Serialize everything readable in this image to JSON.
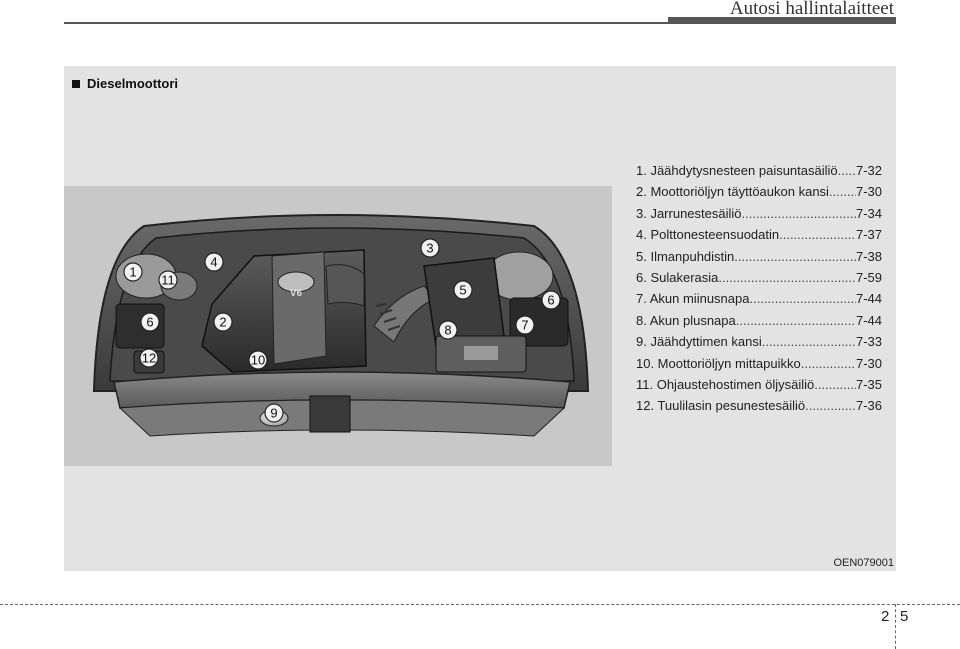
{
  "header": {
    "title": "Autosi hallintalaitteet"
  },
  "section": {
    "title": "Dieselmoottori"
  },
  "image": {
    "engine_badge": "V6",
    "callouts": [
      "1",
      "11",
      "4",
      "3",
      "5",
      "6",
      "2",
      "8",
      "7",
      "6",
      "12",
      "10",
      "9"
    ]
  },
  "legend": [
    {
      "label": "1. Jäähdytysnesteen paisuntasäiliö",
      "page": "7-32"
    },
    {
      "label": "2. Moottoriöljyn täyttöaukon kansi",
      "page": "7-30"
    },
    {
      "label": "3. Jarrunestesäiliö",
      "page": "7-34"
    },
    {
      "label": "4. Polttonesteensuodatin",
      "page": "7-37"
    },
    {
      "label": "5. Ilmanpuhdistin",
      "page": "7-38"
    },
    {
      "label": "6. Sulakerasia",
      "page": "7-59"
    },
    {
      "label": "7. Akun miinusnapa",
      "page": "7-44"
    },
    {
      "label": "8. Akun plusnapa",
      "page": "7-44"
    },
    {
      "label": "9. Jäähdyttimen kansi",
      "page": "7-33"
    },
    {
      "label": "10. Moottoriöljyn mittapuikko",
      "page": "7-30"
    },
    {
      "label": "11. Ohjaustehostimen öljysäiliö",
      "page": "7-35"
    },
    {
      "label": "12. Tuulilasin pesunestesäiliö",
      "page": "7-36"
    }
  ],
  "figure_code": "OEN079001",
  "footer": {
    "chapter": "2",
    "page": "5"
  }
}
